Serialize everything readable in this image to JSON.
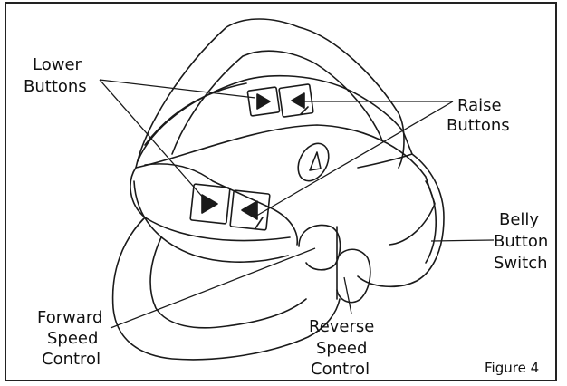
{
  "labels": {
    "lower_buttons": [
      "Lower",
      "Buttons"
    ],
    "raise_buttons": [
      "Raise",
      "Buttons"
    ],
    "belly_button_switch": [
      "Belly",
      "Button",
      "Switch"
    ],
    "forward_speed_control": [
      "Forward",
      "Speed",
      "Control"
    ],
    "reverse_speed_control": [
      "Reverse",
      "Speed",
      "Control"
    ]
  },
  "caption": "Figure 4"
}
